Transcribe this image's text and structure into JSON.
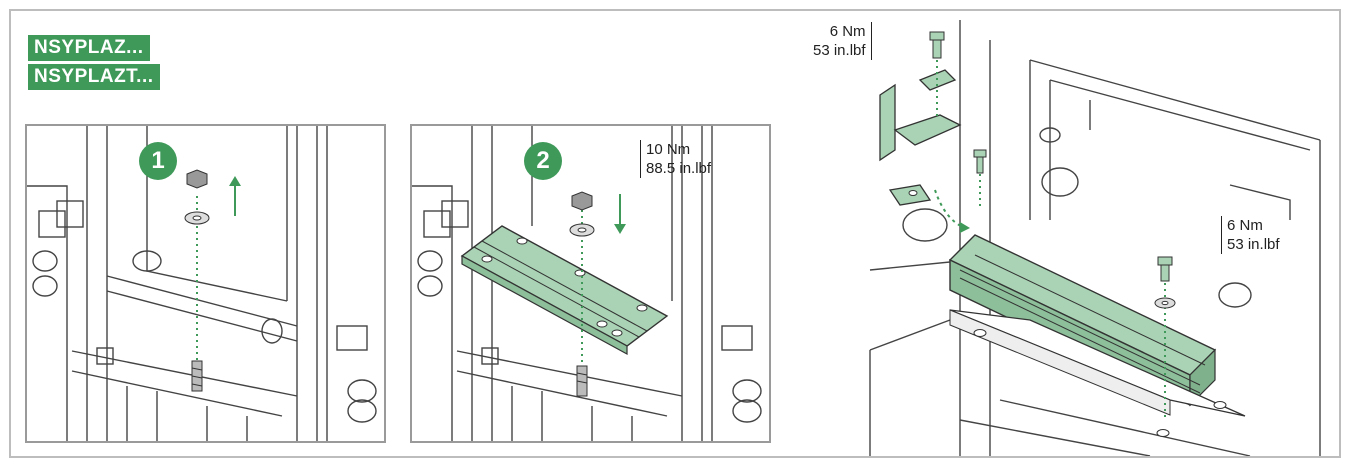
{
  "product_codes": [
    "NSYPLAZ...",
    "NSYPLAZT..."
  ],
  "steps": [
    {
      "number": "1",
      "direction": "up"
    },
    {
      "number": "2",
      "direction": "down",
      "torque": [
        "10 Nm",
        "88.5 in.lbf"
      ]
    }
  ],
  "detail": {
    "torque_top": [
      "6 Nm",
      "53 in.lbf"
    ],
    "torque_side": [
      "6 Nm",
      "53 in.lbf"
    ]
  },
  "colors": {
    "accent": "#3f9a5a",
    "part_fill": "#a9d3b4",
    "line": "#333333"
  },
  "icons": [
    "nut-icon",
    "washer-icon",
    "screw-icon",
    "arrow-up-icon",
    "arrow-down-icon"
  ]
}
